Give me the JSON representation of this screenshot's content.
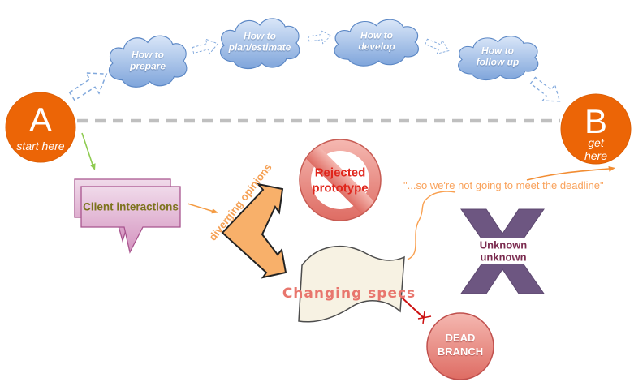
{
  "diagram": {
    "title": "plan vs reality flow diagram",
    "top_flow": {
      "start_node": {
        "letter": "A",
        "caption": "start here"
      },
      "end_node": {
        "letter": "B",
        "caption": "get here"
      },
      "clouds": [
        {
          "label": "How to\nprepare"
        },
        {
          "label": "How to\nplan/estimate"
        },
        {
          "label": "How to\ndevelop"
        },
        {
          "label": "How to\nfollow up"
        }
      ]
    },
    "bottom_flow": {
      "client_interactions_label": "Client interactions",
      "diverging_opinions_label": "diverging opinions",
      "rejected_prototype_label": "Rejected\nprototype",
      "changing_specs_label": "Changing specs",
      "deadline_quote": "\"...so we're not going to meet the deadline\"",
      "unknown_unknown_label": "Unknown\nunknown",
      "dead_branch_label": "DEAD\nBRANCH"
    },
    "colors": {
      "node_orange": "#EC6506",
      "cloud_blue_light": "#D6E4F7",
      "cloud_blue_dark": "#7FA5DB",
      "cloud_border": "#5B87C5",
      "dashed_divider_gray": "#BFBFBF",
      "bubble_pink_light": "#F0DAEA",
      "bubble_pink_dark": "#D493BF",
      "bubble_border": "#A8548E",
      "bubble_text_olive": "#7C731C",
      "chevron_orange": "#F8B06A",
      "accent_orange": "#F49B42",
      "quote_orange": "#F9A25B",
      "rejected_text_red": "#E0251B",
      "salmon_light": "#F5B8B1",
      "salmon_dark": "#DE6C63",
      "salmon_border": "#C0504D",
      "banner_cream": "#F7F2E3",
      "banner_border": "#4D4D4D",
      "specs_text": "#E8766D",
      "x_purple": "#6D5681",
      "unknown_text_maroon": "#7B2C50",
      "green_arrow": "#8FCB52",
      "dead_line_red": "#CC1111"
    }
  }
}
